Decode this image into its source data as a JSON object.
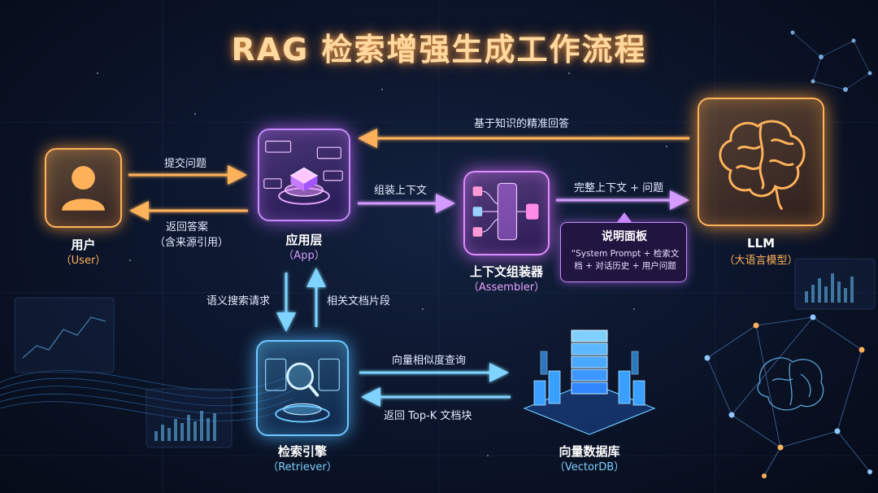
{
  "title": "RAG 检索增强生成工作流程",
  "nodes": {
    "user": {
      "label": "用户",
      "sub": "（User）"
    },
    "app": {
      "label": "应用层",
      "sub": "（App）"
    },
    "assembler": {
      "label": "上下文组装器",
      "sub": "（Assembler）"
    },
    "llm": {
      "label": "LLM",
      "sub": "（大语言模型）"
    },
    "retriever": {
      "label": "检索引擎",
      "sub": "（Retriever）"
    },
    "vectordb": {
      "label": "向量数据库",
      "sub": "（VectorDB）"
    }
  },
  "edges": {
    "submit_question": "提交问题",
    "return_answer_1": "返回答案",
    "return_answer_2": "（含来源引用）",
    "assemble_context": "组装上下文",
    "full_context": "完整上下文 + 问题",
    "knowledge_answer": "基于知识的精准回答",
    "semantic_search": "语义搜索请求",
    "related_fragments": "相关文档片段",
    "vector_query": "向量相似度查询",
    "return_topk": "返回 Top-K 文档块"
  },
  "note": {
    "title": "说明面板",
    "body_line1": "“System Prompt + 检索文",
    "body_line2": "档 + 对话历史 + 用户问题"
  },
  "colors": {
    "orange": "#ffb25a",
    "purple": "#c98cff",
    "blue": "#6cc8ff",
    "title": "#ffd9a0"
  }
}
